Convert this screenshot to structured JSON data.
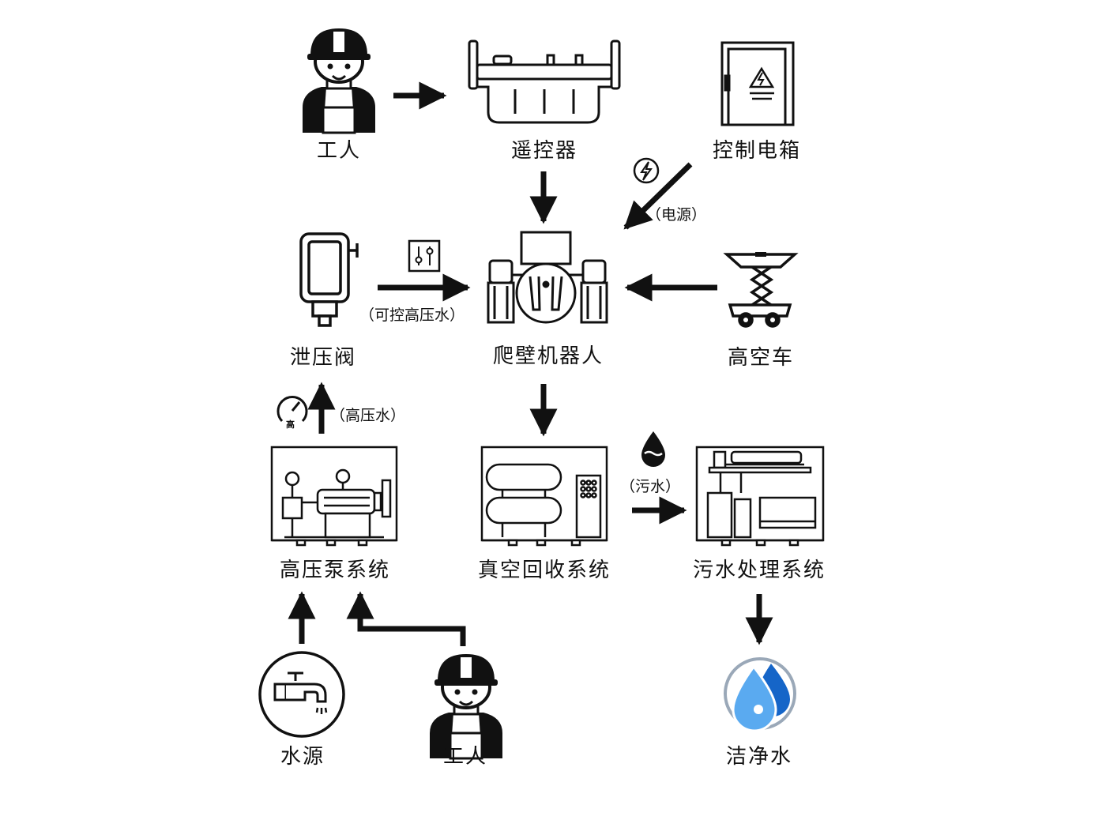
{
  "nodes": {
    "worker_top": "工人",
    "remote": "遥控器",
    "control_box": "控制电箱",
    "relief_valve": "泄压阀",
    "robot": "爬壁机器人",
    "aerial_truck": "高空车",
    "hp_pump": "高压泵系统",
    "vacuum": "真空回收系统",
    "sewage": "污水处理系统",
    "water_source": "水源",
    "worker_bottom": "工人",
    "clean_water": "洁净水"
  },
  "edges": {
    "power": "（电源）",
    "controlled_hp_water": "（可控高压水）",
    "hp_water": "（高压水）",
    "sewage_water": "（污水）"
  },
  "gauge_mark": "高",
  "colors": {
    "stroke": "#111111",
    "water_light": "#5aaaf0",
    "water_dark": "#1565c8",
    "water_ring": "#9aa8b8"
  },
  "icons": {
    "worker": "worker-icon",
    "remote": "remote-controller-icon",
    "control_box": "electrical-box-icon",
    "relief_valve": "relief-valve-icon",
    "robot": "wall-climbing-robot-icon",
    "aerial_truck": "scissor-lift-icon",
    "hp_pump": "pump-system-icon",
    "vacuum": "vacuum-recovery-icon",
    "sewage": "sewage-treatment-icon",
    "water_source": "faucet-icon",
    "clean_water": "water-drops-icon"
  }
}
